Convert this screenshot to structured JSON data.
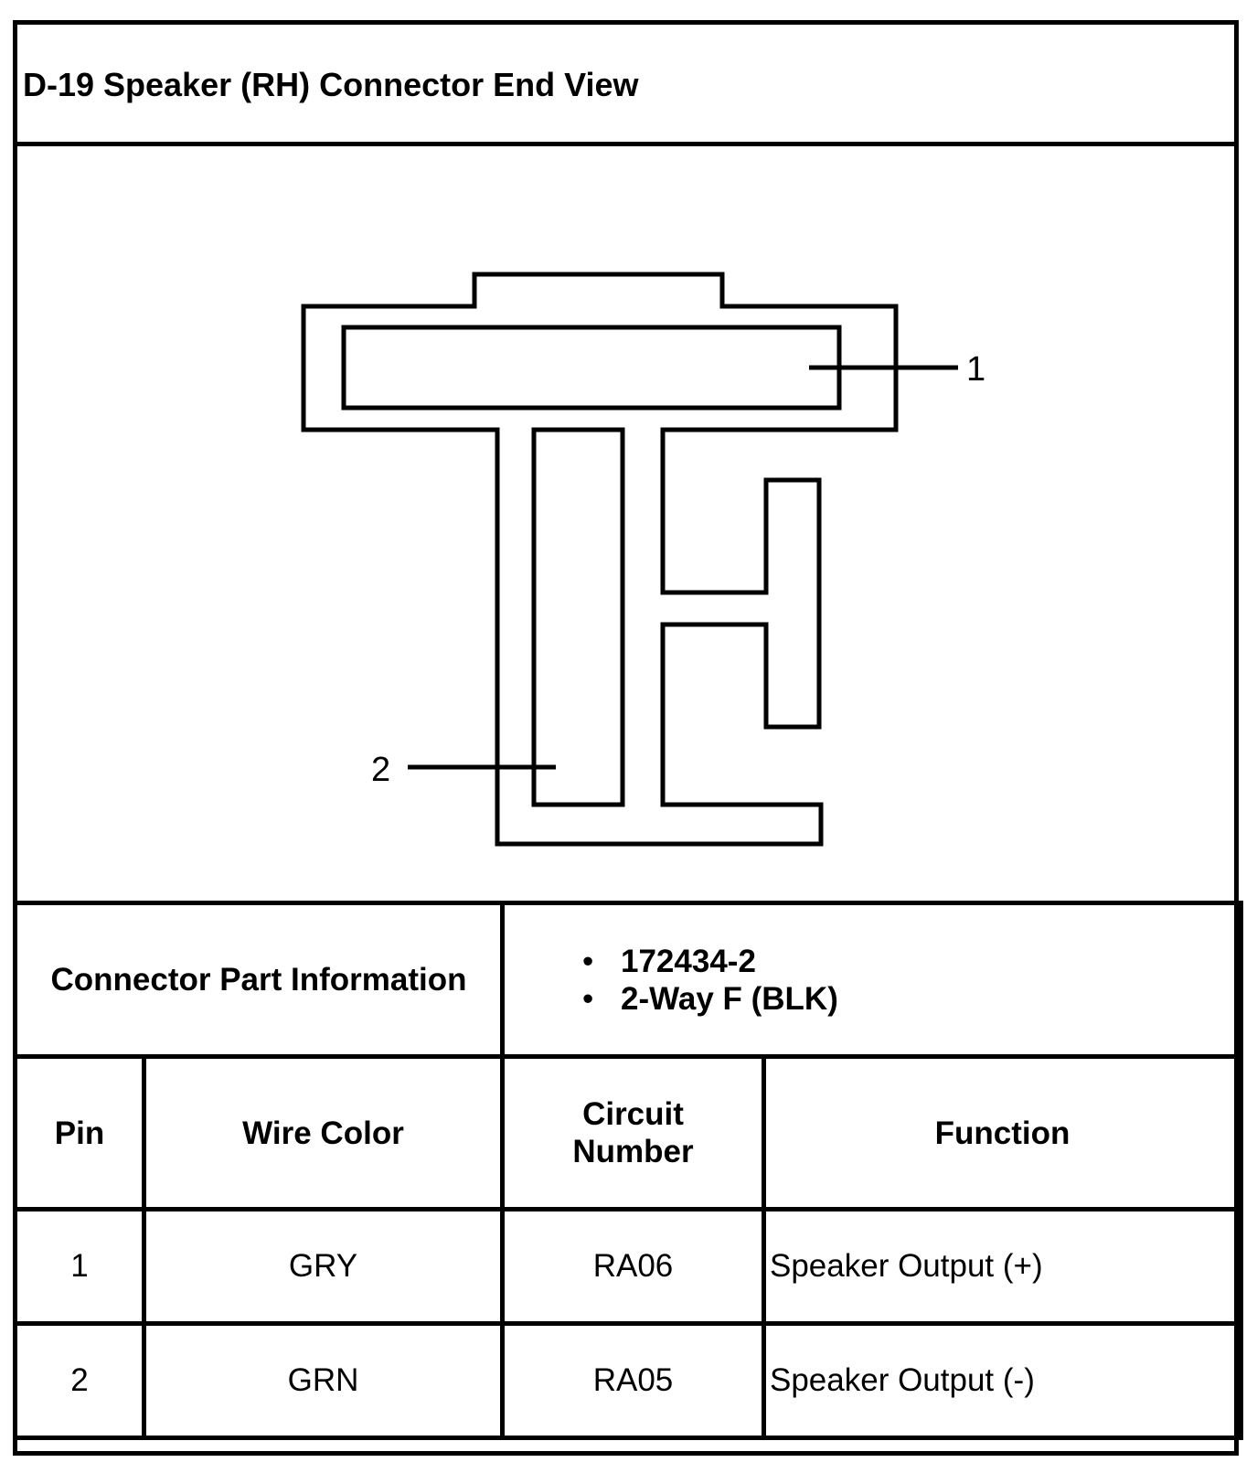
{
  "title": "D-19 Speaker (RH) Connector End View",
  "diagram": {
    "callouts": [
      {
        "label": "1"
      },
      {
        "label": "2"
      }
    ]
  },
  "connector_info": {
    "label": "Connector Part Information",
    "items": [
      "172434-2",
      "2-Way F (BLK)"
    ]
  },
  "table": {
    "headers": {
      "pin": "Pin",
      "wire_color": "Wire Color",
      "circuit_line1": "Circuit",
      "circuit_line2": "Number",
      "function": "Function"
    },
    "rows": [
      {
        "pin": "1",
        "wire_color": "GRY",
        "circuit": "RA06",
        "function": "Speaker Output (+)"
      },
      {
        "pin": "2",
        "wire_color": "GRN",
        "circuit": "RA05",
        "function": "Speaker Output (-)"
      }
    ]
  }
}
